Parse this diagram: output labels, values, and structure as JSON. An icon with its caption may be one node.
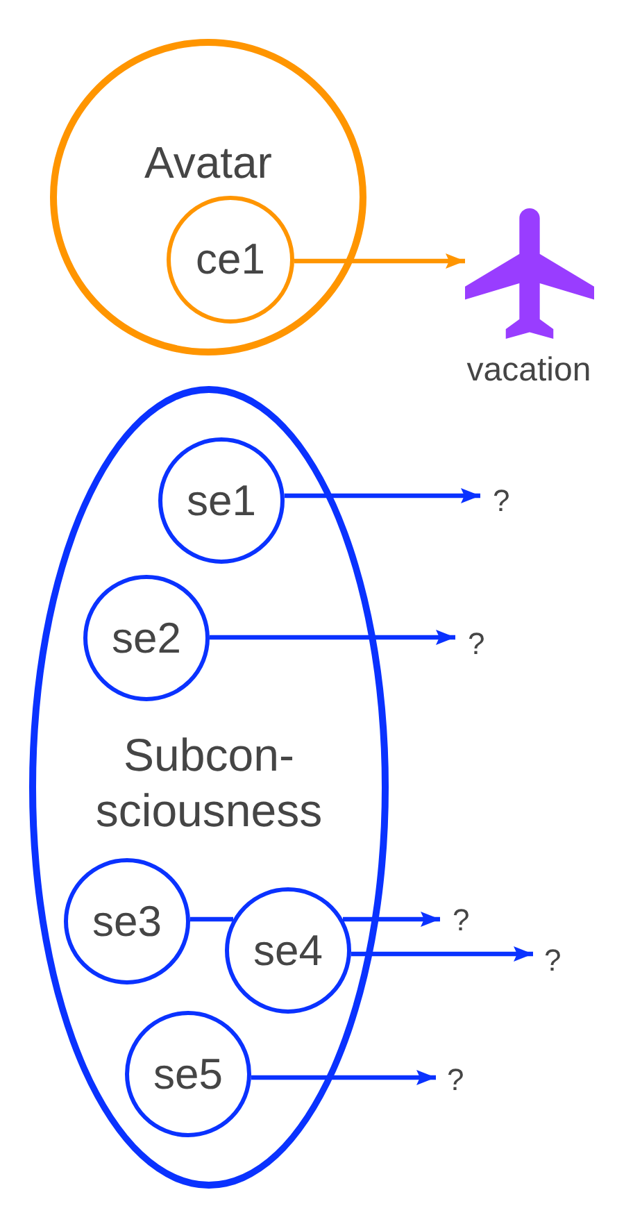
{
  "diagram": {
    "nodes": [
      {
        "text": [
          "Avatar"
        ]
      },
      {
        "text": [
          "ce1"
        ],
        "in": 0
      },
      {
        "text": [],
        "shape": "picture",
        "beside": [
          "vacation"
        ]
      },
      {
        "text": [
          "Subcon- sciousness"
        ]
      },
      {
        "text": [
          "se1"
        ],
        "in": 3
      },
      {
        "text": [
          "se2"
        ],
        "in": 3
      },
      {
        "text": [
          "se3"
        ],
        "in": 3
      },
      {
        "text": [
          "se4"
        ],
        "in": 3
      },
      {
        "text": [
          "se5"
        ],
        "in": 3
      },
      {
        "text": [
          "?"
        ]
      },
      {
        "text": [
          "?"
        ]
      },
      {
        "text": [
          "?"
        ]
      },
      {
        "text": [
          "?"
        ]
      },
      {
        "text": [
          "?"
        ]
      }
    ],
    "edges": [
      {
        "from": 1,
        "to": 2,
        "arrow": "to",
        "color": "#ff9500"
      },
      {
        "from": 4,
        "to": 9,
        "arrow": "to"
      },
      {
        "from": 5,
        "to": 10,
        "arrow": "to"
      },
      {
        "from": 6,
        "to": 7,
        "arrow": "none"
      },
      {
        "from": 7,
        "to": 11,
        "arrow": "to"
      },
      {
        "from": 7,
        "to": 12,
        "arrow": "to"
      },
      {
        "from": 8,
        "to": 13,
        "arrow": "to"
      }
    ]
  }
}
